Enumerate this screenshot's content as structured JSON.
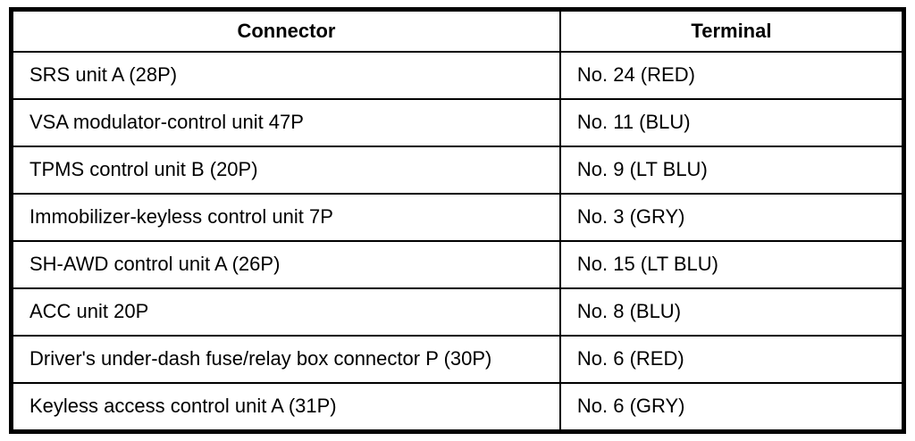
{
  "table": {
    "headers": {
      "connector": "Connector",
      "terminal": "Terminal"
    },
    "rows": [
      {
        "connector": "SRS unit A (28P)",
        "terminal": "No. 24 (RED)"
      },
      {
        "connector": "VSA modulator-control unit 47P",
        "terminal": "No. 11 (BLU)"
      },
      {
        "connector": "TPMS control unit B (20P)",
        "terminal": "No. 9 (LT BLU)"
      },
      {
        "connector": "Immobilizer-keyless control unit 7P",
        "terminal": "No. 3 (GRY)"
      },
      {
        "connector": "SH-AWD control unit A (26P)",
        "terminal": "No. 15 (LT BLU)"
      },
      {
        "connector": "ACC unit 20P",
        "terminal": "No. 8 (BLU)"
      },
      {
        "connector": "Driver's under-dash fuse/relay box connector P (30P)",
        "terminal": "No. 6 (RED)"
      },
      {
        "connector": "Keyless access control unit A (31P)",
        "terminal": "No. 6 (GRY)"
      }
    ],
    "colors": {
      "border": "#000000",
      "background": "#ffffff",
      "text": "#000000"
    }
  }
}
